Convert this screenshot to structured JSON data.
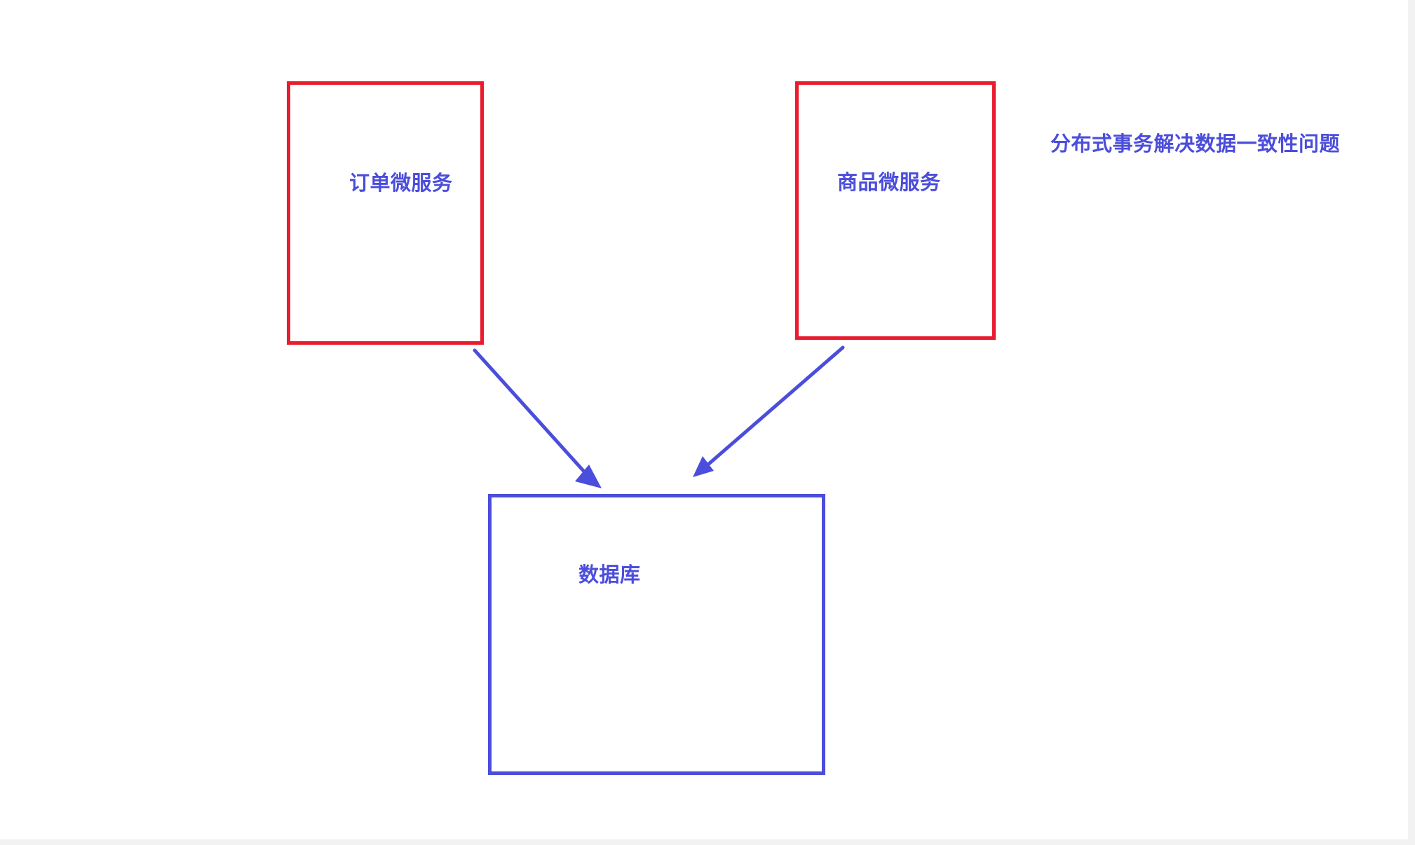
{
  "diagram": {
    "nodes": {
      "order_service": {
        "label": "订单微服务"
      },
      "goods_service": {
        "label": "商品微服务"
      },
      "database": {
        "label": "数据库"
      }
    },
    "note": "分布式事务解决数据一致性问题",
    "edges": [
      {
        "from": "order_service",
        "to": "database"
      },
      {
        "from": "goods_service",
        "to": "database"
      }
    ]
  },
  "colors": {
    "service_border": "#ea1b2c",
    "db_border": "#4b4ddb",
    "text": "#4b4ddb",
    "arrow": "#4b4ddb"
  }
}
